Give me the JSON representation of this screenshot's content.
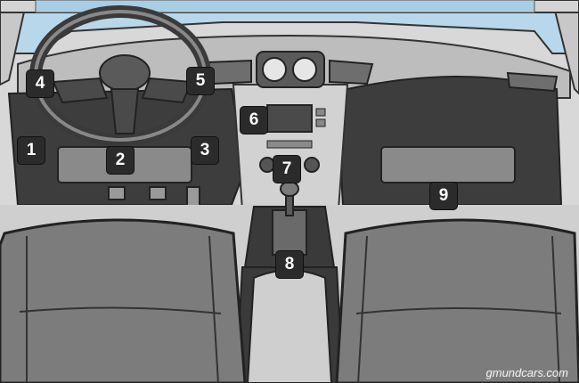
{
  "callouts": {
    "c1": "1",
    "c2": "2",
    "c3": "3",
    "c4": "4",
    "c5": "5",
    "c6": "6",
    "c7": "7",
    "c8": "8",
    "c9": "9"
  },
  "watermark": "gmundcars.com",
  "colors": {
    "background": "#d8d8d8",
    "dashboard_dark": "#3a3a3a",
    "trim_medium": "#8a8a8a",
    "seat": "#7c7c7c",
    "windshield": "#b8d8ec",
    "callout_bg": "#2b2b2b"
  }
}
